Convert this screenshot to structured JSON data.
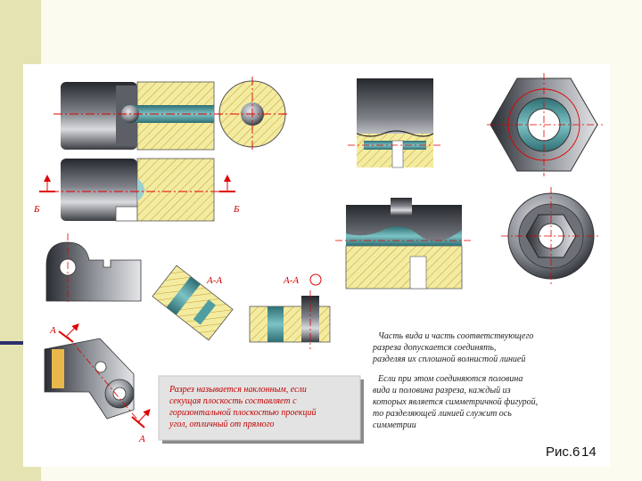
{
  "slide": {
    "figure_label": "Рис.6",
    "page_number": "14"
  },
  "labels": {
    "b_left": "Б",
    "b_right": "Б",
    "aa_1": "А-А",
    "aa_2": "А-А",
    "a_top": "А",
    "a_bottom": "А"
  },
  "caption_box": {
    "lines": [
      "Разрез называется наклонным, если",
      "секущая плоскость составляет с",
      "горизонтальной плоскостью проекций",
      "угол, отличный от прямого"
    ]
  },
  "right_text": {
    "para1": [
      "Часть вида и часть соответствующего",
      "разреза допускается соединять,",
      "разделяя их сплошной волнистой линией"
    ],
    "para2": [
      "Если при этом соединяются половина",
      "вида и половина разреза, каждый из",
      "которых является симметричной фигурой,",
      "то разделяющей линией служит ось",
      "симметрии"
    ]
  },
  "colors": {
    "hatch_fill": "#f3eca0",
    "hatch_line": "#c9a23d",
    "axis_red": "#e00000",
    "metal_dark": "#33363c",
    "steel_teal": "#4f9ea3",
    "band": "#e6e3b2",
    "band_rule": "#2b2f6b"
  }
}
